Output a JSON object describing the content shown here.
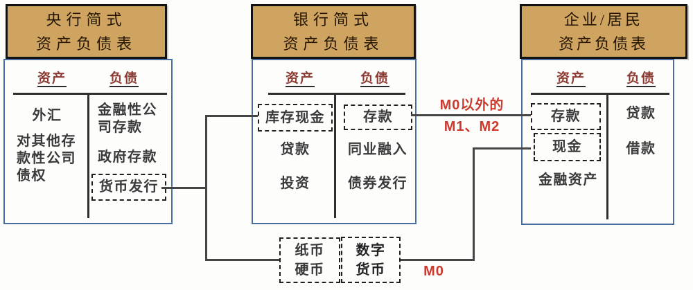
{
  "colors": {
    "title_fill": "#cfa360",
    "title_border": "#121212",
    "table_border": "#4a6da0",
    "header_text": "#8c3a32",
    "body_text": "#3a3a3a",
    "annotation_red": "#cc392d",
    "connector_line": "#454545"
  },
  "sheets": [
    {
      "title": "央行简式\n资产负债表",
      "assets_header": "资产",
      "liabilities_header": "负债",
      "assets": [
        "外汇",
        "对其他存\n款性公司\n债权"
      ],
      "liabilities": [
        "金融性公\n司存款",
        "政府存款",
        "货币发行"
      ]
    },
    {
      "title": "银行简式\n资产负债表",
      "assets_header": "资产",
      "liabilities_header": "负债",
      "assets": [
        "库存现金",
        "贷款",
        "投资"
      ],
      "liabilities": [
        "存款",
        "同业融入",
        "债券发行"
      ]
    },
    {
      "title": "企业/居民\n资产负债表",
      "assets_header": "资产",
      "liabilities_header": "负债",
      "assets": [
        "存款",
        "现金",
        "金融资产"
      ],
      "liabilities": [
        "贷款",
        "借款"
      ]
    }
  ],
  "currency_boxes": {
    "paper_coin": "纸币\n硬币",
    "digital": "数字\n货币"
  },
  "annotations": {
    "m1m2_line1": "M0以外的",
    "m1m2_line2": "M1、M2",
    "m0": "M0"
  }
}
